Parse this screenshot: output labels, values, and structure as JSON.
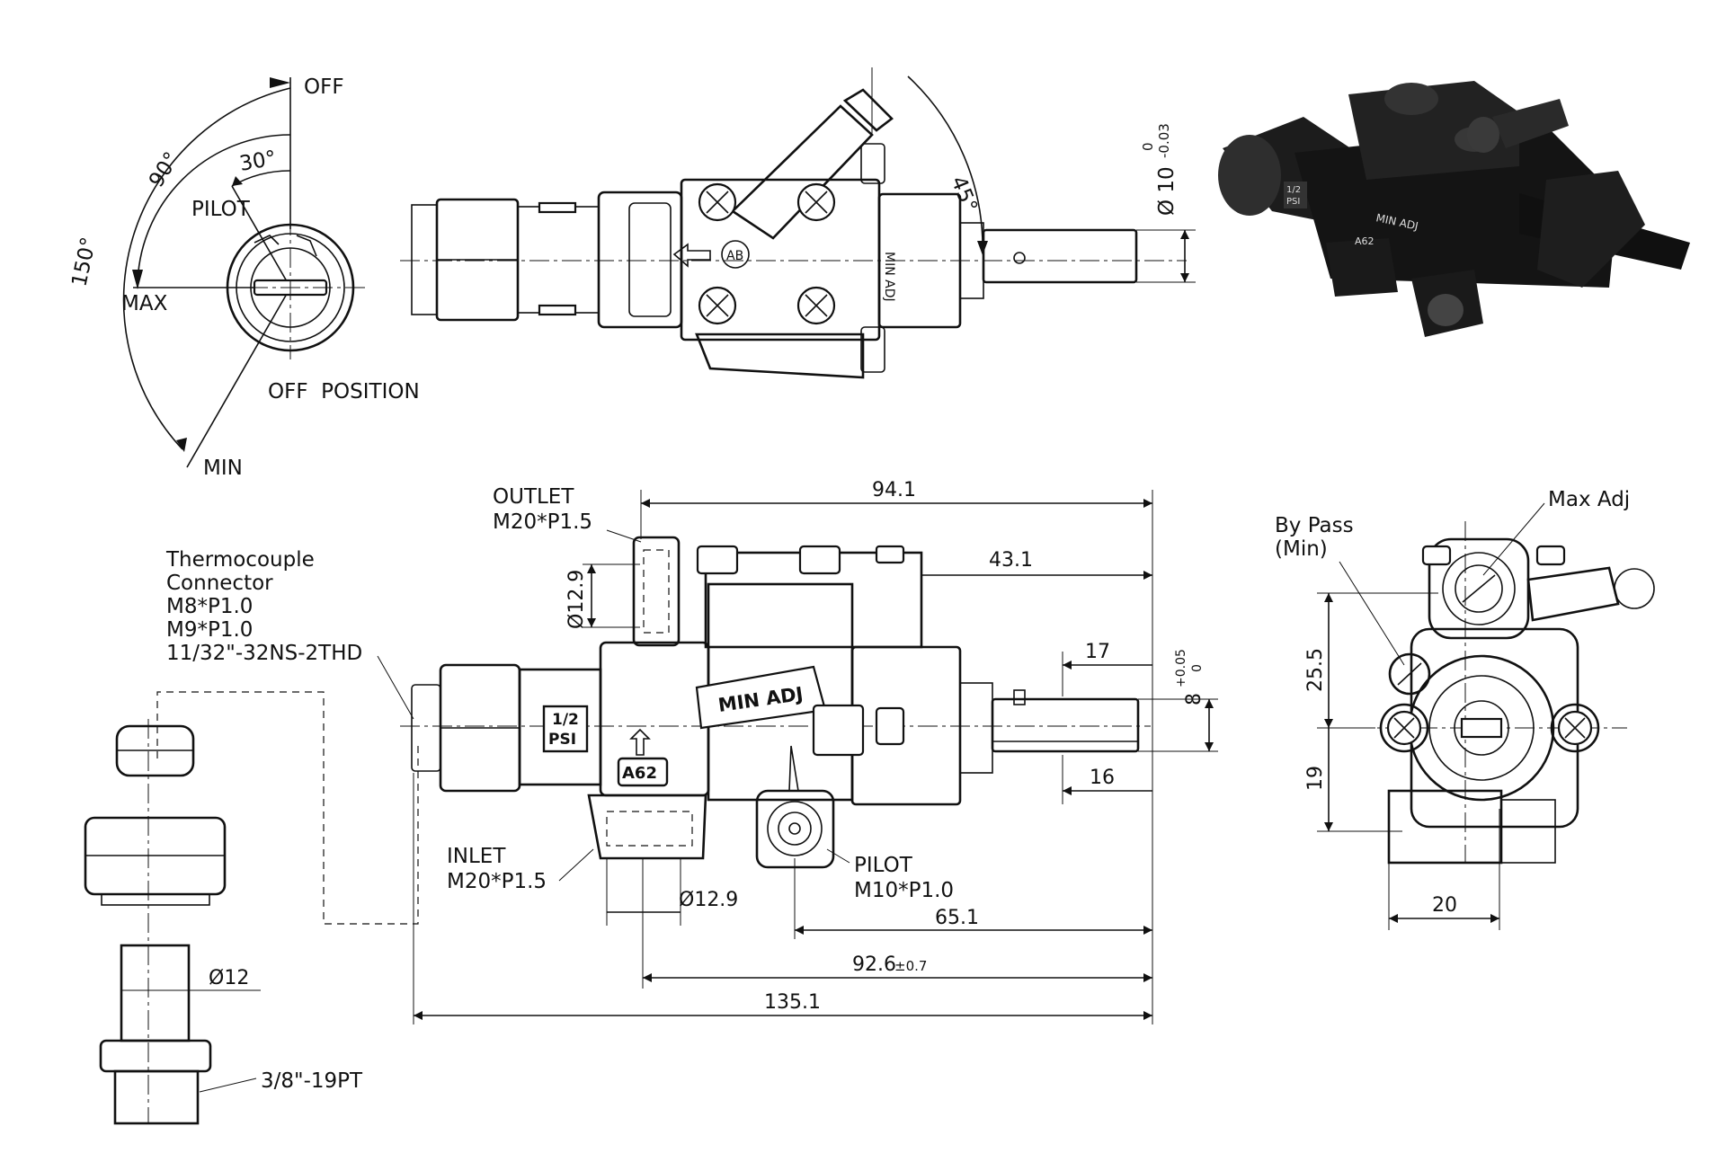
{
  "knob": {
    "off": "OFF",
    "pilot": "PILOT",
    "max": "MAX",
    "min": "MIN",
    "angle_30": "30°",
    "angle_90": "90°",
    "angle_150": "150°",
    "off_position": "OFF  POSITION"
  },
  "top_view": {
    "angle_45": "45°",
    "shaft_dia": "Ø 10",
    "shaft_tol_upper": "0",
    "shaft_tol_lower": "-0.03"
  },
  "front_view": {
    "outlet": "OUTLET",
    "outlet_thread": "M20*P1.5",
    "thermo_title_1": "Thermocouple",
    "thermo_title_2": "Connector",
    "thermo_thread_1": "M8*P1.0",
    "thermo_thread_2": "M9*P1.0",
    "thermo_thread_3": "11/32\"-32NS-2THD",
    "inlet": "INLET",
    "inlet_thread": "M20*P1.5",
    "pilot": "PILOT",
    "pilot_thread": "M10*P1.0",
    "dim_941": "94.1",
    "dim_431": "43.1",
    "dim_17": "17",
    "dim_8": "8",
    "dim_8_tol_upper": "+0.05",
    "dim_8_tol_lower": "0",
    "dim_16": "16",
    "dim_129_outlet": "Ø12.9",
    "dim_129_inlet": "Ø12.9",
    "dim_651": "65.1",
    "dim_926": "92.6",
    "dim_926_tol": "±0.7",
    "dim_1351": "135.1",
    "badge_psi_1": "1/2",
    "badge_psi_2": "PSI",
    "badge_a62": "A62",
    "min_adj": "MIN ADJ"
  },
  "top_view_marks": {
    "brand": "AB",
    "label": "MIN ADJ"
  },
  "side_view": {
    "by_pass": "By Pass",
    "by_pass_min": "(Min)",
    "max_adj": "Max Adj",
    "dim_255": "25.5",
    "dim_19": "19",
    "dim_20": "20"
  },
  "fitting": {
    "dia_12": "Ø12",
    "thread": "3/8\"-19PT"
  },
  "iso_view": {
    "psi_1": "1/2",
    "psi_2": "PSI",
    "a62": "A62",
    "min_adj": "MIN ADJ"
  }
}
